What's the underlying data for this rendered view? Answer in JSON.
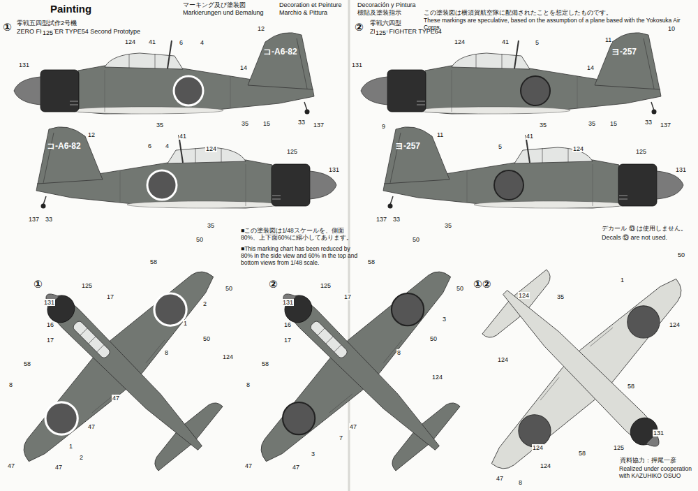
{
  "diagram": {
    "title": "Painting",
    "labels": [
      "マーキング及び塗装図",
      "Markierungen und Bemalung",
      "Decoration et Peinture",
      "Marchio & Pittura",
      "Decoración y Pintura",
      "標貼及塗装指示",
      "①",
      "零戦五四型試作2号機",
      "ZERO FIGHTER TYPE54 Second Prototype",
      "②",
      "零戦六四型",
      "ZERO FIGHTER TYPE64",
      "この塗装図は横須賀航空隊に配備されたことを想定したものです。",
      "These markings are speculative, based on the assumption of a plane based with the Yokosuka Air Corps.",
      "125",
      "131",
      "124",
      "41",
      "6",
      "4",
      "12",
      "コ-A6-82",
      "14",
      "35",
      "35",
      "15",
      "33",
      "137",
      "12",
      "コ-A6-82",
      "6",
      "4",
      "41",
      "124",
      "125",
      "131",
      "137",
      "33",
      "35",
      "125",
      "131",
      "124",
      "41",
      "5",
      "14",
      "11",
      "10",
      "ヨ-257",
      "35",
      "35",
      "15",
      "33",
      "137",
      "9",
      "11",
      "ヨ-257",
      "5",
      "41",
      "124",
      "125",
      "131",
      "137",
      "33",
      "35",
      "■この塗装図は1/48スケールを、側面80%、上下面60%に縮小してあります。",
      "■This marking chart has been reduced by 80% in the side view and 60% in the top and bottom views from 1/48 scale.",
      "デカール ⑬ は使用しません。",
      "Decals ⑬ are not used.",
      "①",
      "50",
      "58",
      "125",
      "131",
      "17",
      "2",
      "50",
      "1",
      "16",
      "17",
      "50",
      "8",
      "124",
      "58",
      "8",
      "47",
      "47",
      "1",
      "2",
      "47",
      "47",
      "②",
      "50",
      "58",
      "125",
      "131",
      "17",
      "50",
      "3",
      "16",
      "17",
      "50",
      "8",
      "124",
      "58",
      "8",
      "47",
      "7",
      "3",
      "47",
      "47",
      "①②",
      "50",
      "124",
      "35",
      "1",
      "124",
      "124",
      "58",
      "131",
      "125",
      "58",
      "124",
      "124",
      "8",
      "47",
      "資料協力：押尾一彦",
      "Realized under cooperation with KAZUHIKO OSUO"
    ]
  }
}
